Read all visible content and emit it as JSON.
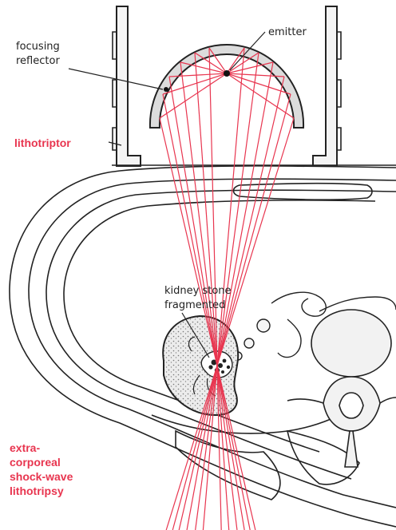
{
  "labels": {
    "emitter": "emitter",
    "focusing_reflector_line1": "focusing",
    "focusing_reflector_line2": "reflector",
    "lithotriptor": "lithotriptor",
    "kidney_stone_line1": "kidney stone",
    "kidney_stone_line2": "fragmented",
    "eswl_line1": "extra-",
    "eswl_line2": "corporeal",
    "eswl_line3": "shock-wave",
    "eswl_line4": "lithotripsy"
  },
  "colors": {
    "accent_red": "#e8354f",
    "outline": "#222222",
    "tissue_fill": "#d6d6d6"
  }
}
